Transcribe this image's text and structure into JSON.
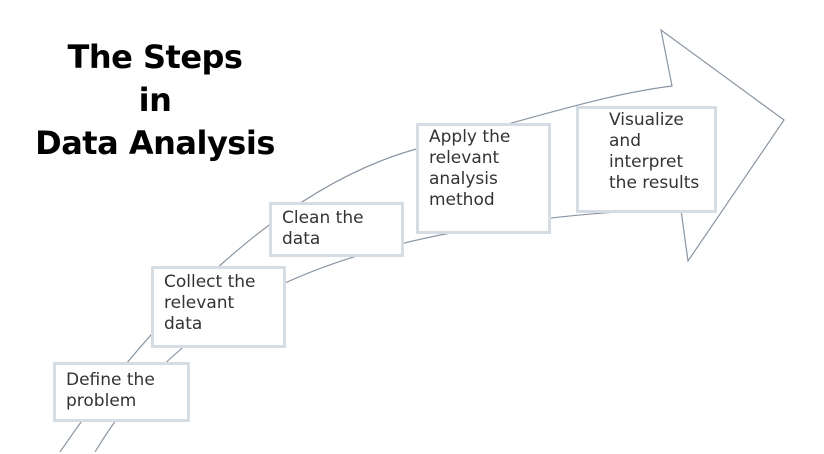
{
  "title": {
    "line1": "The Steps",
    "line2": "in",
    "line3": "Data Analysis"
  },
  "steps": [
    {
      "label": "Define the\nproblem"
    },
    {
      "label": "Collect the\nrelevant\ndata"
    },
    {
      "label": "Clean the\ndata"
    },
    {
      "label": "Apply the\nrelevant\nanalysis\nmethod"
    },
    {
      "label": "Visualize\nand\ninterpret\nthe results"
    }
  ],
  "colors": {
    "arrow_outline": "#8a96a3",
    "box_border": "#d6dce4",
    "step_text": "#333333",
    "title_text": "#000000"
  }
}
